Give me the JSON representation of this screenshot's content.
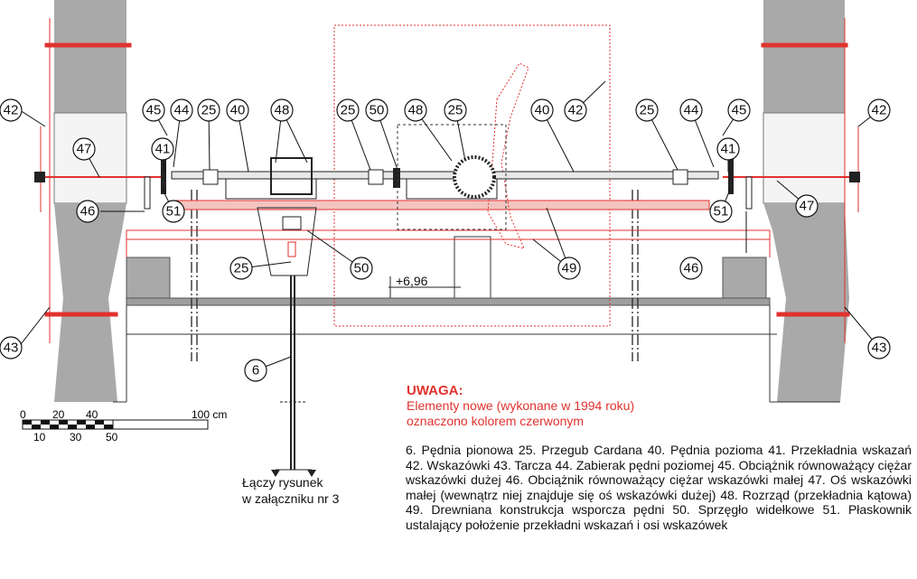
{
  "notice": {
    "title": "UWAGA:",
    "line1": "Elementy nowe (wykonane w 1994 roku)",
    "line2": "oznaczono kolorem czerwonym"
  },
  "legend_text": "6. Pędnia pionowa 25. Przegub Cardana 40. Pędnia pozioma 41. Przekładnia wskazań 42. Wskazówki 43. Tarcza 44. Zabierak pędni poziomej 45. Obciążnik równoważący ciężar wskazówki dużej 46. Obciążnik równoważący ciężar wskazówki małej 47. Oś wskazówki małej (wewnątrz niej znajduje się oś wskazówki dużej) 48. Rozrząd (przekładnia kątowa) 49. Drewniana konstrukcja wsporcza pędni 50. Sprzęgło widełkowe 51. Płaskownik ustalający położenie przekładni wskazań i osi wskazówek",
  "link_note": {
    "line1": "Łączy rysunek",
    "line2": "w załączniku nr 3"
  },
  "elevation": "+6,96",
  "scale_bar": {
    "top_labels": [
      "0",
      "20",
      "40",
      "100 cm"
    ],
    "bottom_labels": [
      "10",
      "30",
      "50"
    ]
  },
  "callouts": [
    "42",
    "45",
    "44",
    "25",
    "40",
    "48",
    "25",
    "50",
    "48",
    "25",
    "40",
    "42",
    "25",
    "44",
    "45",
    "42",
    "47",
    "41",
    "46",
    "51",
    "41",
    "51",
    "47",
    "46",
    "25",
    "50",
    "49",
    "46",
    "43",
    "43",
    "6"
  ],
  "colors": {
    "new_elements": "#e0322e",
    "wall": "#a9a9a9",
    "beam": "#9e9e9e",
    "line": "#111111"
  }
}
